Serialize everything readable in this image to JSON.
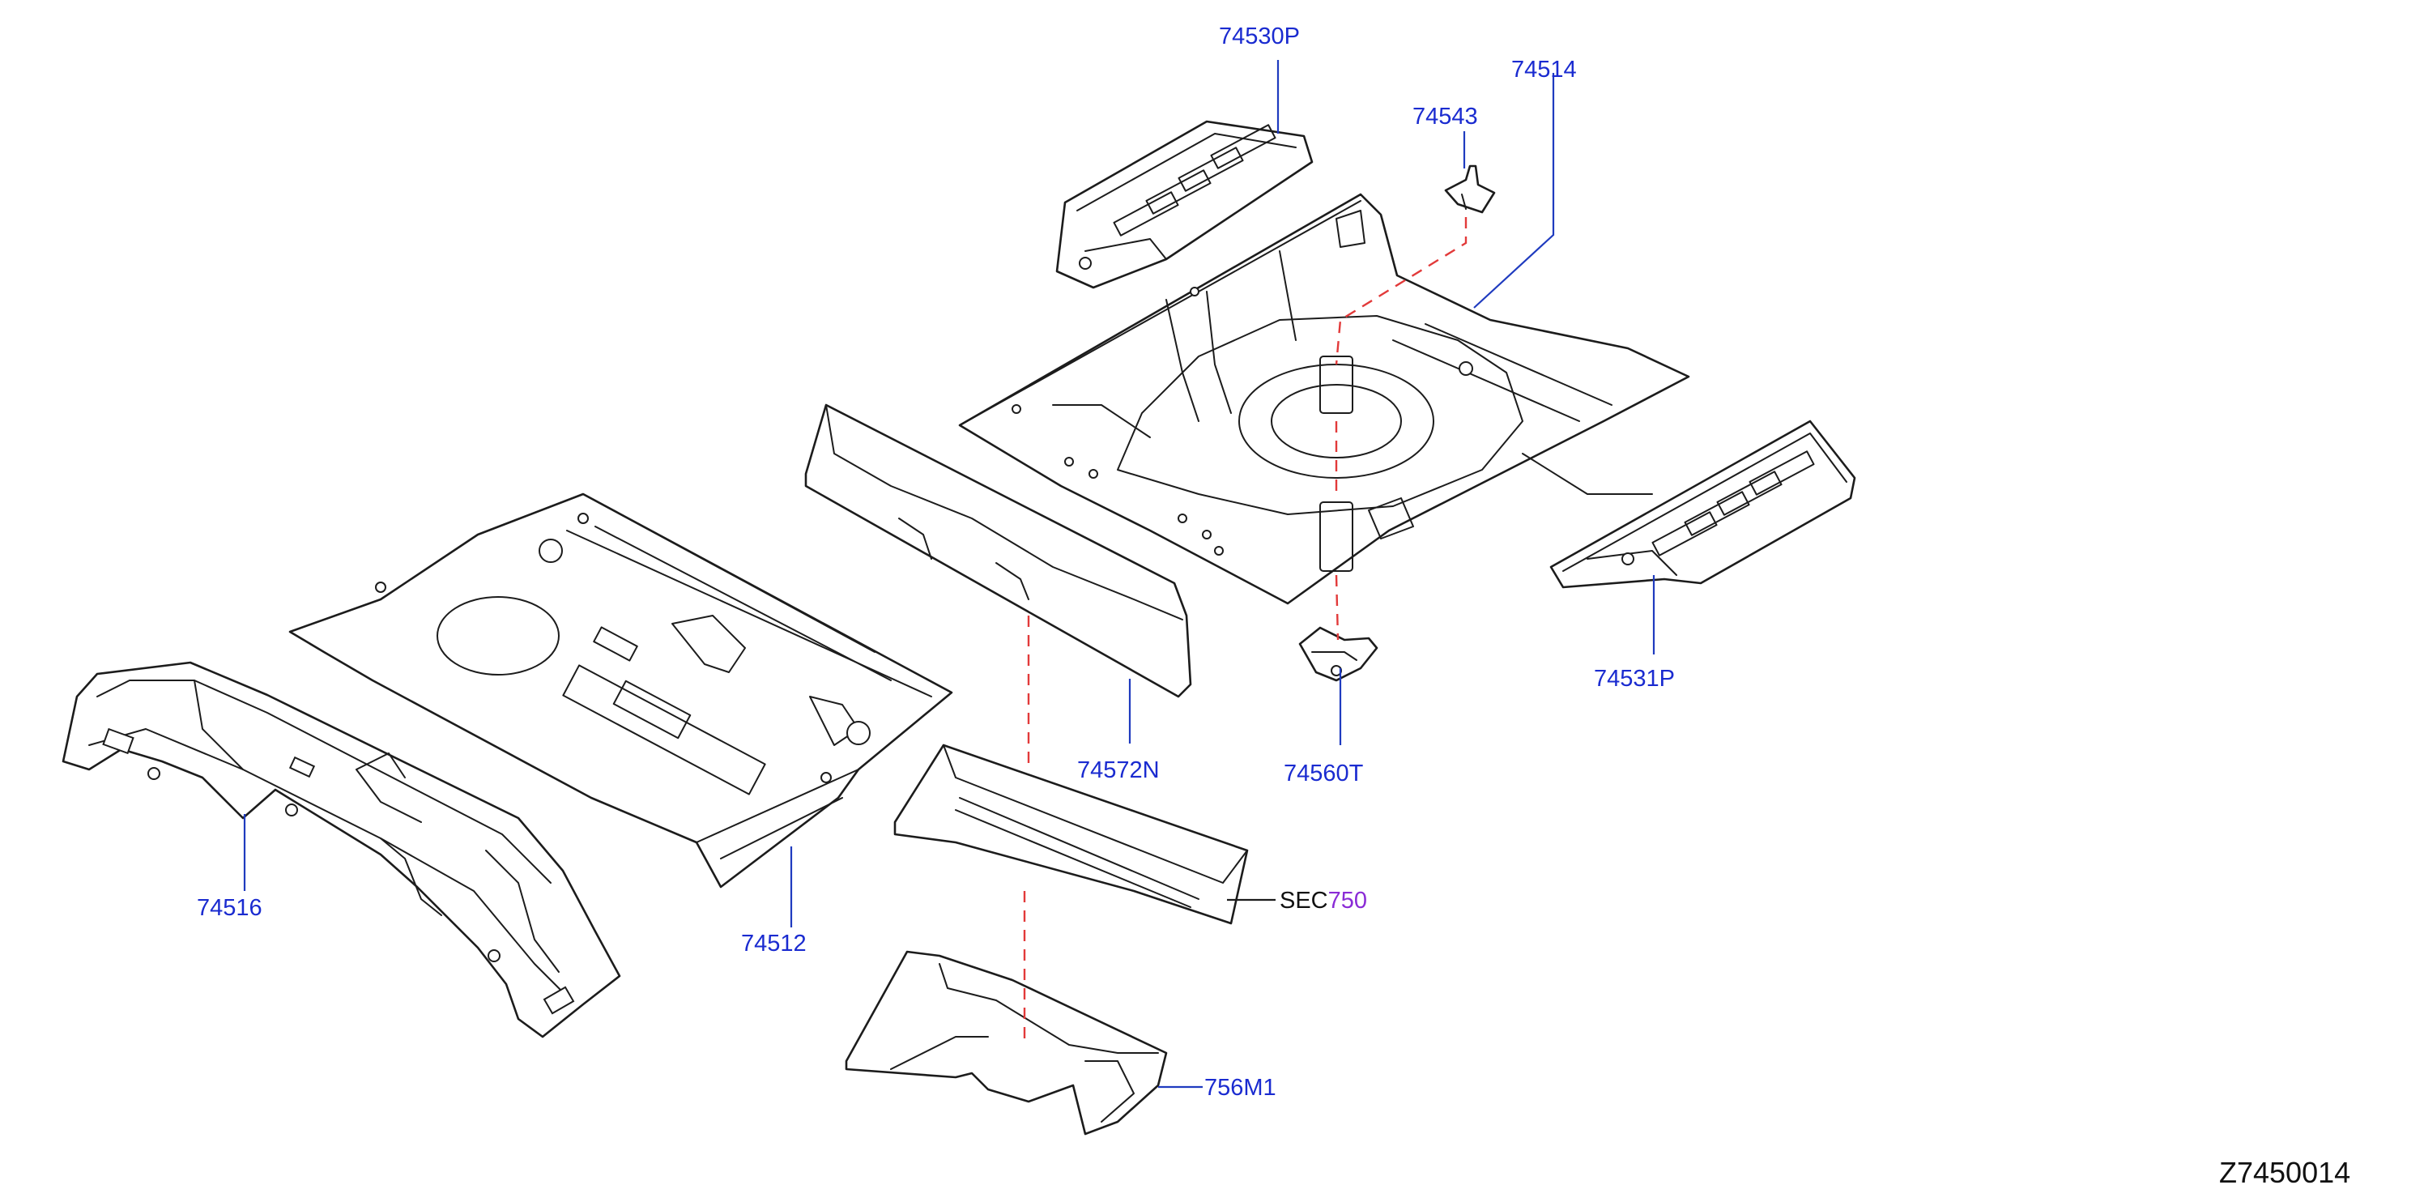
{
  "callouts": {
    "p74530P": "74530P",
    "p74514": "74514",
    "p74543": "74543",
    "p74531P": "74531P",
    "p74560T": "74560T",
    "p74572N": "74572N",
    "p74516": "74516",
    "p74512": "74512",
    "p756M1": "756M1",
    "sec_prefix": "SEC",
    "sec_number": "750"
  },
  "diagram_id": "Z7450014",
  "colors": {
    "callout": "#1a2bd0",
    "section_number": "#8a2bd6",
    "guide_line": "#e23a3a",
    "outline": "#1c1c1c"
  }
}
